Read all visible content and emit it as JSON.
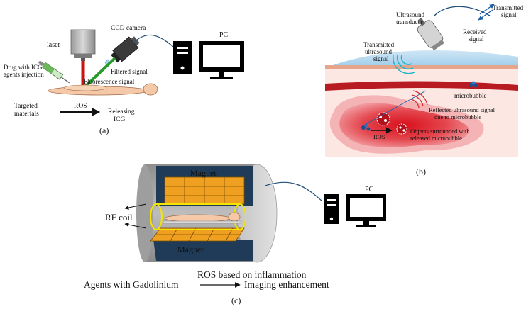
{
  "panel_a": {
    "caption": "(a)",
    "laser": "laser",
    "ccd_camera": "CCD camera",
    "pc": "PC",
    "drug_line1": "Drug with ICG",
    "drug_line2": "agents injection",
    "filtered_signal": "Filtered signal",
    "fluorescence_signal": "Fluorescence signal",
    "targeted_line1": "Targeted",
    "targeted_line2": "materials",
    "ros": "ROS",
    "releasing_line1": "Releasing",
    "releasing_line2": "ICG"
  },
  "panel_b": {
    "caption": "(b)",
    "transducer_line1": "Ultrasound",
    "transducer_line2": "transducer",
    "transmitted_top_line1": "Transmitted",
    "transmitted_top_line2": "signal",
    "received_line1": "Received",
    "received_line2": "signal",
    "transmitted_us_line1": "Transmitted",
    "transmitted_us_line2": "ultrasound",
    "transmitted_us_line3": "signal",
    "microbubble": "microbubble",
    "reflected_line1": "Reflected ultrasound signal",
    "reflected_line2": "due to microbubble",
    "ros": "ROS",
    "objects_line1": "Objects surrounded with",
    "objects_line2": "released microbubble"
  },
  "panel_c": {
    "caption": "(c)",
    "magnet_top": "Magnet",
    "magnet_bottom": "Magnet",
    "rf_coil": "RF coil",
    "pc": "PC",
    "ros_line": "ROS based on inflammation",
    "agents": "Agents with Gadolinium",
    "imaging": "Imaging enhancement"
  },
  "colors": {
    "laser_beam": "#cc1111",
    "fluorescence_beam": "#2a9a2a",
    "tissue_red": "#c8141e",
    "gel_blue": "#a9d3ee",
    "magnet_orange": "#f0a020",
    "magnet_navy": "#1f3b57",
    "coil_yellow": "#f4e400"
  }
}
